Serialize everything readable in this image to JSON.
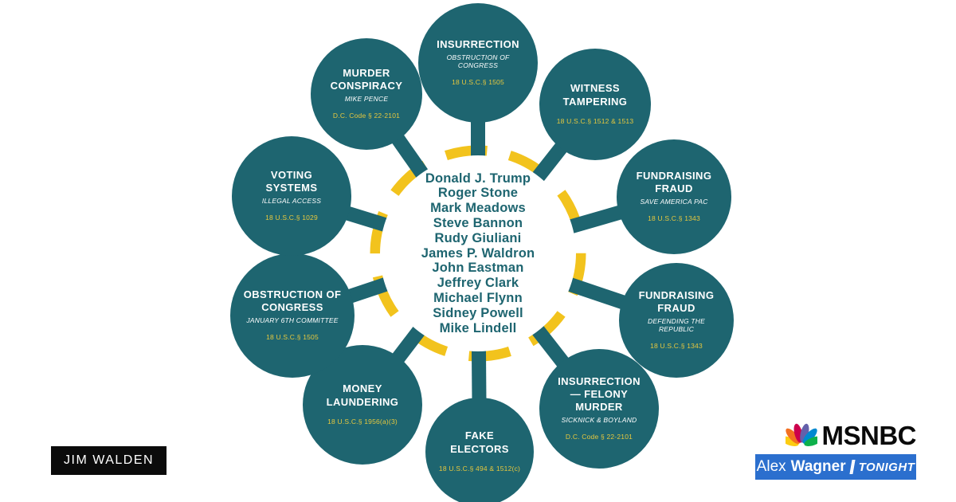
{
  "colors": {
    "node_teal": "#1e6570",
    "ring_yellow": "#f2c31d",
    "statute_yellow": "#e6c83e",
    "msnbc_blue": "#2b6fce"
  },
  "chyron": {
    "label": "JIM WALDEN"
  },
  "branding": {
    "network": "MSNBC",
    "show_part1": "Alex",
    "show_part2": "Wagner",
    "show_part3": "TONIGHT"
  },
  "diagram": {
    "center_names": [
      "Donald J. Trump",
      "Roger Stone",
      "Mark Meadows",
      "Steve Bannon",
      "Rudy Giuliani",
      "James P. Waldron",
      "John Eastman",
      "Jeffrey Clark",
      "Michael Flynn",
      "Sidney Powell",
      "Mike Lindell"
    ],
    "nodes": [
      {
        "id": "insurrection",
        "title": "INSURRECTION",
        "subtitle": "OBSTRUCTION OF CONGRESS",
        "statute": "18 U.S.C.§ 1505"
      },
      {
        "id": "witness-tampering",
        "title": "WITNESS TAMPERING",
        "statute": "18 U.S.C.§ 1512 & 1513"
      },
      {
        "id": "fundraising-fraud-save-america-pac",
        "title": "FUNDRAISING FRAUD",
        "subtitle": "SAVE AMERICA PAC",
        "statute": "18 U.S.C.§ 1343"
      },
      {
        "id": "fundraising-fraud-defending-the-republic",
        "title": "FUNDRAISING FRAUD",
        "subtitle": "DEFENDING THE REPUBLIC",
        "statute": "18 U.S.C.§ 1343"
      },
      {
        "id": "insurrection-felony-murder",
        "title": "INSURRECTION — FELONY MURDER",
        "subtitle": "SICKNICK & BOYLAND",
        "statute": "D.C. Code § 22-2101"
      },
      {
        "id": "fake-electors",
        "title": "FAKE ELECTORS",
        "statute": "18 U.S.C.§ 494 & 1512(c)"
      },
      {
        "id": "money-laundering",
        "title": "MONEY LAUNDERING",
        "statute": "18 U.S.C.§ 1956(a)(3)"
      },
      {
        "id": "obstruction-of-congress",
        "title": "OBSTRUCTION OF CONGRESS",
        "subtitle": "JANUARY 6TH COMMITTEE",
        "statute": "18 U.S.C.§ 1505"
      },
      {
        "id": "voting-systems",
        "title": "VOTING SYSTEMS",
        "subtitle": "ILLEGAL ACCESS",
        "statute": "18 U.S.C.§ 1029"
      },
      {
        "id": "murder-conspiracy",
        "title": "MURDER CONSPIRACY",
        "subtitle": "MIKE PENCE",
        "statute": "D.C. Code § 22-2101"
      }
    ]
  }
}
